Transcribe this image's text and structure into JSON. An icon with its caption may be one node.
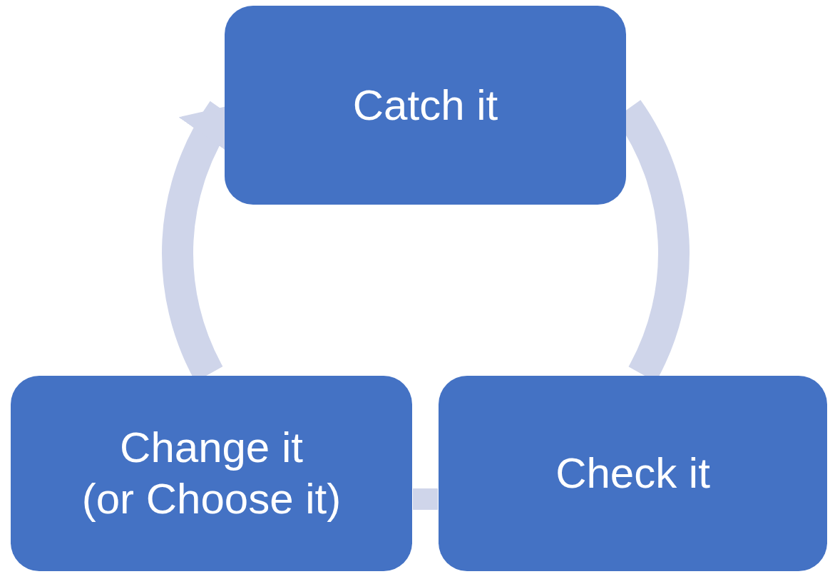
{
  "diagram": {
    "nodes": [
      {
        "text": [
          "Catch it"
        ]
      },
      {
        "text": [
          "Check it"
        ]
      },
      {
        "text": [
          "Change it",
          "(or Choose it)"
        ]
      }
    ],
    "edges": [
      {
        "from": 0,
        "to": 1,
        "arrow": "none"
      },
      {
        "from": 1,
        "to": 2,
        "arrow": "none"
      },
      {
        "from": 2,
        "to": 0,
        "arrow": "to"
      }
    ]
  }
}
